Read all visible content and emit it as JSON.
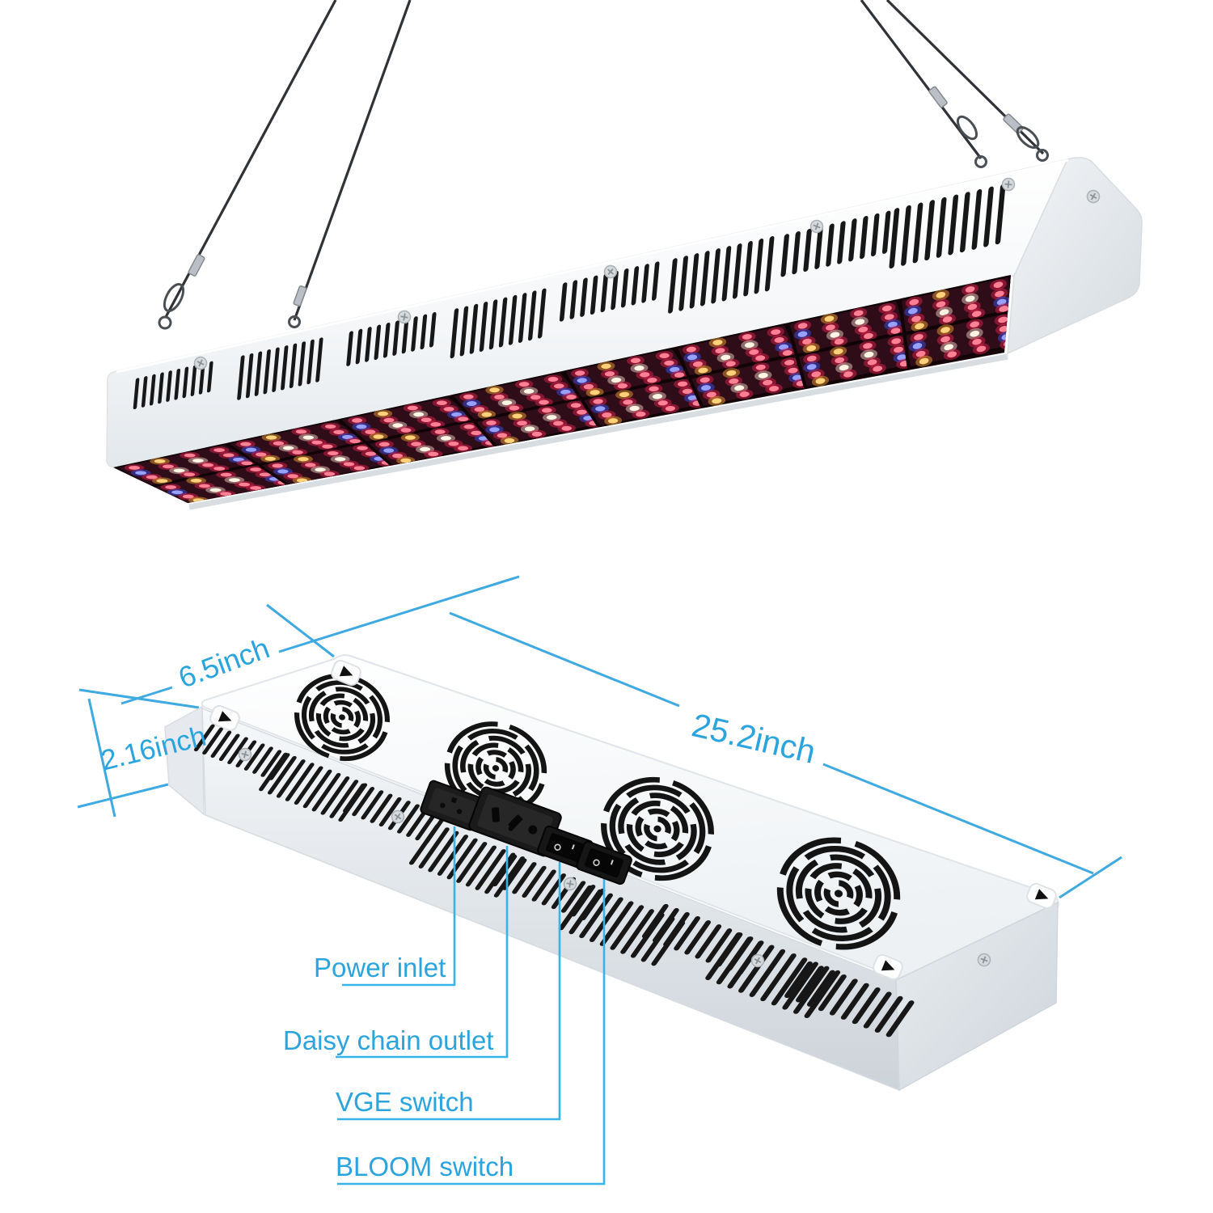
{
  "colors": {
    "label_blue": "#2ba4de",
    "dim_blue": "#3fa9e1",
    "leader_blue": "#36b3e9",
    "led_red": "#dc1f4b",
    "led_red_core": "#ff7f95",
    "led_amber": "#e99a30",
    "led_amber_core": "#ffd07a",
    "led_blue": "#3a49d6",
    "led_blue_core": "#96a0ff",
    "led_white": "#ecc9bc",
    "led_white_core": "#fff4e4"
  },
  "dimensions": {
    "depth": "6.5inch",
    "height": "2.16inch",
    "length": "25.2inch"
  },
  "callouts": [
    {
      "id": "power-inlet",
      "label": "Power inlet"
    },
    {
      "id": "daisy-chain-outlet",
      "label": "Daisy chain outlet"
    },
    {
      "id": "vge-switch",
      "label": "VGE switch"
    },
    {
      "id": "bloom-switch",
      "label": "BLOOM switch"
    }
  ]
}
